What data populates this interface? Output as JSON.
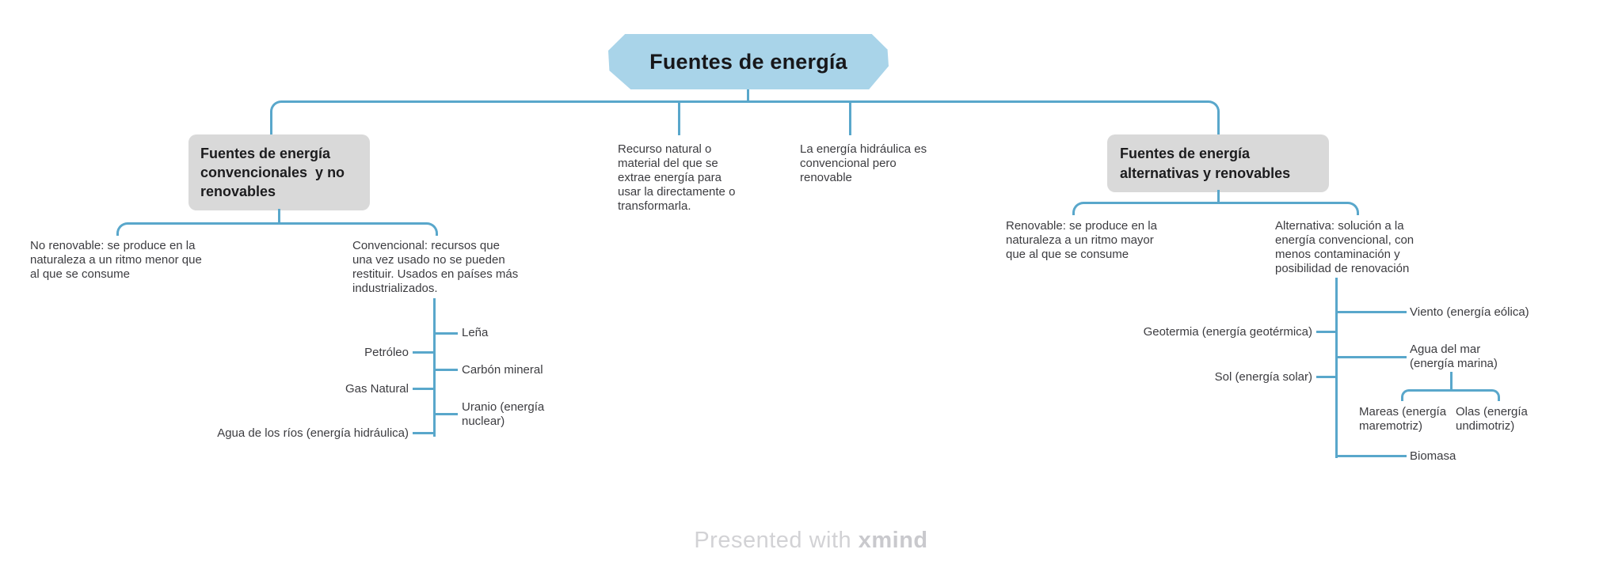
{
  "root": {
    "label": "Fuentes de energía"
  },
  "colors": {
    "line": "#59a7cb",
    "root_fill": "#a9d4e9",
    "topic_fill": "#d9d9d9",
    "body_text": "#3c3c40",
    "watermark": "#d2d2d5"
  },
  "floating_notes": {
    "recurso": "Recurso natural o\nmaterial del que se\nextrae energía para\nusar la directamente o\ntransformarla.",
    "hidraulica": "La energía hidráulica es\nconvencional pero\nrenovable"
  },
  "branch_left": {
    "title": "Fuentes de energía\nconvencionales  y no\nrenovables",
    "no_renovable": "No renovable: se produce en la\nnaturaleza a un ritmo menor que\nal que se consume",
    "convencional": "Convencional: recursos que\nuna vez usado no se pueden\nrestituir. Usados en países más\nindustrializados.",
    "leaves": {
      "lena": "Leña",
      "petroleo": "Petróleo",
      "carbon": "Carbón mineral",
      "gas": "Gas Natural",
      "uranio": "Uranio (energía\nnuclear)",
      "agua_rios": "Agua de los ríos (energía hidráulica)"
    }
  },
  "branch_right": {
    "title": "Fuentes de energía\nalternativas y renovables",
    "renovable": "Renovable: se produce en la\nnaturaleza a un ritmo mayor\nque al que se consume",
    "alternativa": "Alternativa: solución a la\nenergía convencional, con\nmenos contaminación y\nposibilidad de renovación",
    "leaves": {
      "viento": "Viento (energía eólica)",
      "geotermia": "Geotermia (energía geotérmica)",
      "agua_mar": "Agua del mar\n(energía marina)",
      "sol": "Sol (energía solar)",
      "mareas": "Mareas (energía\nmaremotriz)",
      "olas": "Olas (energía\nundimotriz)",
      "biomasa": "Biomasa"
    }
  },
  "watermark": {
    "prefix": "Presented with ",
    "brand": "xmind"
  }
}
